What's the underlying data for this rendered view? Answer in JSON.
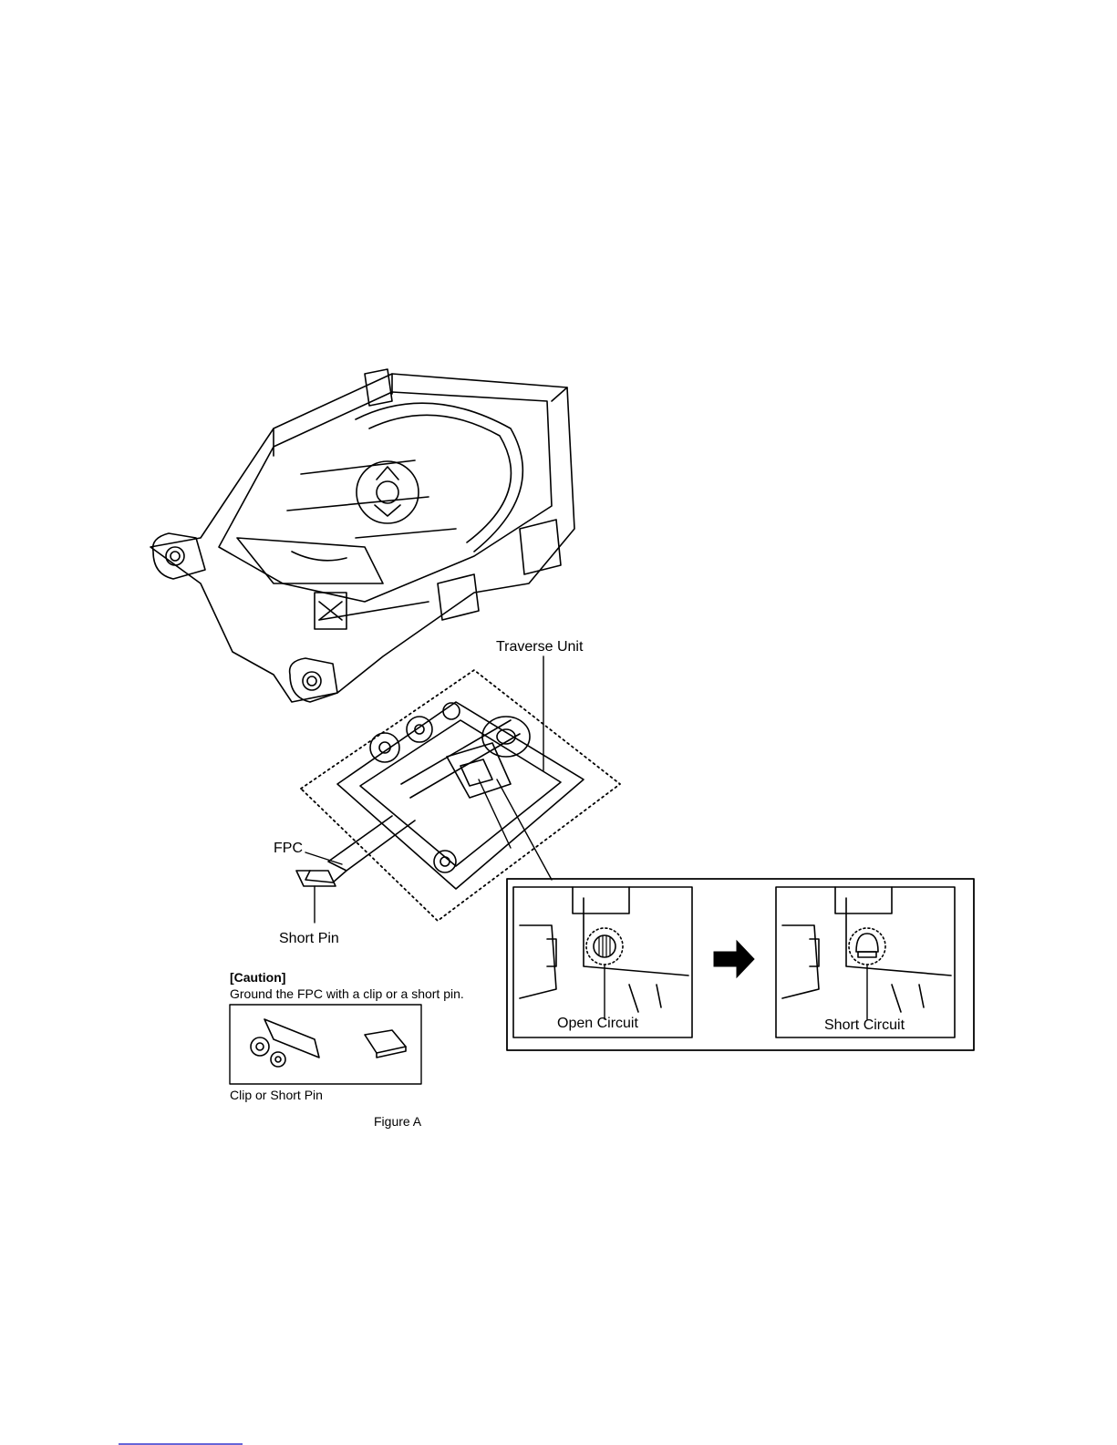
{
  "labels": {
    "traverse_unit": "Traverse Unit",
    "fpc": "FPC",
    "short_pin": "Short Pin",
    "open_circuit": "Open Circuit",
    "short_circuit": "Short Circuit",
    "clip_or_short_pin": "Clip or Short Pin",
    "figure": "Figure A"
  },
  "caution": {
    "title": "[Caution]",
    "text": "Ground the FPC with a clip or a short pin."
  }
}
